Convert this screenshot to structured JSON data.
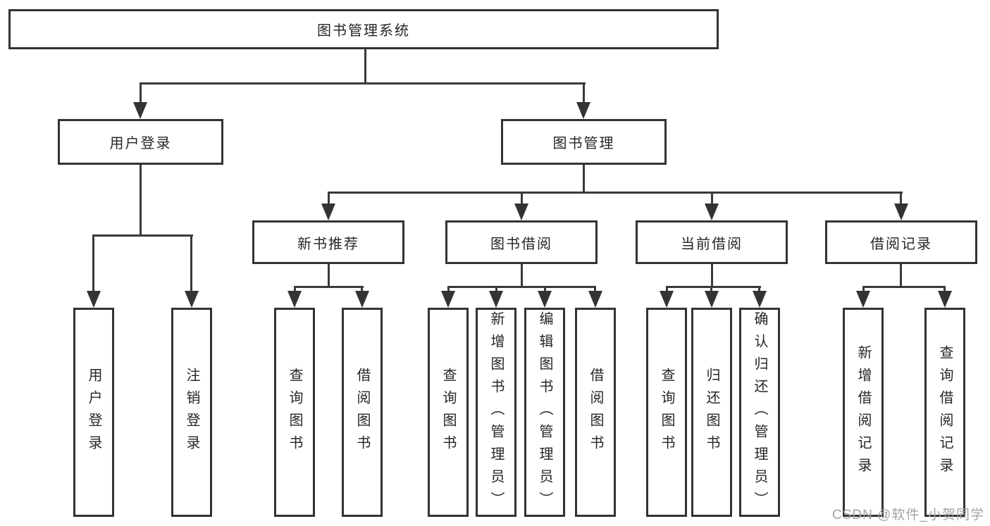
{
  "tree": {
    "root": "图书管理系统",
    "branches": [
      {
        "label": "用户登录",
        "children": [
          "用户登录",
          "注销登录"
        ]
      },
      {
        "label": "图书管理",
        "sections": [
          {
            "label": "新书推荐",
            "children": [
              "查询图书",
              "借阅图书"
            ]
          },
          {
            "label": "图书借阅",
            "children": [
              "查询图书",
              "新增图书（管理员）",
              "编辑图书（管理员）",
              "借阅图书"
            ]
          },
          {
            "label": "当前借阅",
            "children": [
              "查询图书",
              "归还图书",
              "确认归还（管理员）"
            ]
          },
          {
            "label": "借阅记录",
            "children": [
              "新增借阅记录",
              "查询借阅记录"
            ]
          }
        ]
      }
    ]
  },
  "watermark": "CSDN @软件_小贺同学",
  "colors": {
    "line": "#333333",
    "text": "#262626",
    "background": "#ffffff",
    "watermark": "#a3a3a3"
  }
}
